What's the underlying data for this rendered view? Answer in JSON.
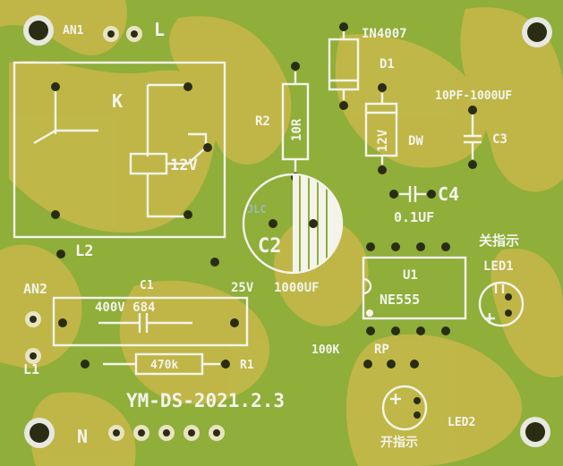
{
  "board": {
    "base_color": "#8fae3a",
    "patch_color": "#c8b84a",
    "silk_color": "#f4f4ec"
  },
  "labels": {
    "an1": "AN1",
    "l_top": "L",
    "k": "K",
    "relay_voltage": "12V",
    "l2": "L2",
    "in4007": "IN4007",
    "d1": "D1",
    "r2": "R2",
    "r2_value": "10R",
    "zener_value": "12V",
    "dw": "DW",
    "cap_range": "10PF-1000UF",
    "c3": "C3",
    "c4": "C4",
    "c4_value": "0.1UF",
    "c2": "C2",
    "c2_value": "1000UF",
    "logo": "JLC",
    "off_indicator": "关指示",
    "led1": "LED1",
    "an2": "AN2",
    "c1": "C1",
    "c1_value": "400V 684",
    "cap_voltage": "25V",
    "u1": "U1",
    "ne555": "NE555",
    "l1": "L1",
    "r1_value": "470k",
    "r1": "R1",
    "rp_value": "100K",
    "rp": "RP",
    "board_id": "YM-DS-2021.2.3",
    "led2": "LED2",
    "on_indicator": "开指示",
    "n": "N"
  }
}
